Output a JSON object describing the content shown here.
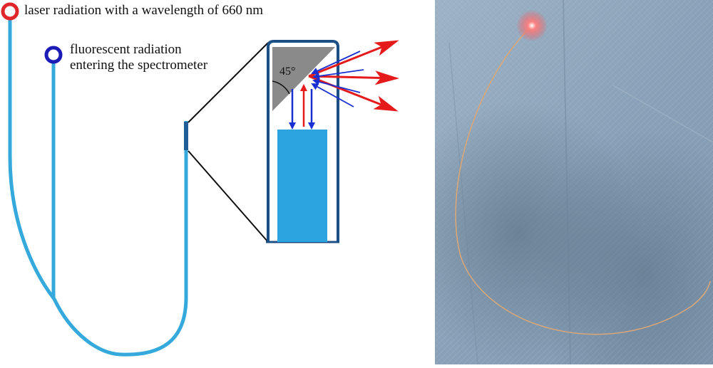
{
  "diagram": {
    "labels": {
      "laser": "laser radiation with a wavelength of 660 nm",
      "fluorescent_line1": "fluorescent radiation",
      "fluorescent_line2": "entering the spectrometer",
      "angle": "45°"
    },
    "colors": {
      "fiber": "#35a9dc",
      "fiber_tip": "#1f5f95",
      "core_block": "#2ba4df",
      "mirror": "#8a8a8a",
      "laser_marker": "#e0262a",
      "spectrometer_marker": "#1b1bb5",
      "outline": "#1c4f85",
      "red_arrow": "#e51a1a",
      "blue_arrow": "#1a2fd1"
    }
  },
  "photo": {
    "colors": {
      "drape": "#8ea6be",
      "fiber": "#d8a779",
      "laser_spot": "#ff4a4a"
    }
  }
}
